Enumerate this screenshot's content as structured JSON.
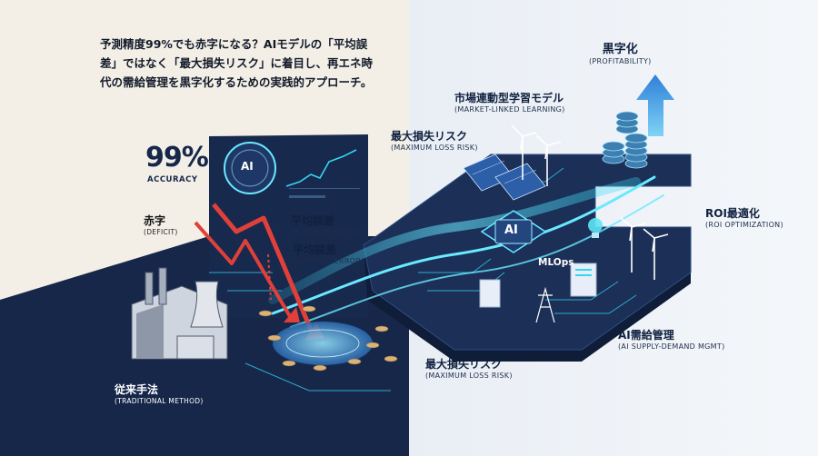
{
  "intro_text": "予測精度99%でも赤字になる？AIモデルの「平均誤差」ではなく「最大損失リスク」に着目し、再エネ時代の需給管理を黒字化するための実践的アプローチ。",
  "accuracy": {
    "value": "99%",
    "label": "ACCURACY"
  },
  "deficit": {
    "jp": "赤字",
    "en": "(DEFICIT)"
  },
  "traditional": {
    "jp": "従来手法",
    "en": "(TRADITIONAL METHOD)"
  },
  "ai_core_label": "AI",
  "ai_chip_label": "AI",
  "average_error_1": {
    "jp": "平均誤差",
    "en": "(AVERAGE ERROR)"
  },
  "average_error_2": {
    "jp": "平均誤差",
    "en": "(AVERAGE ERROR)"
  },
  "max_loss_top": {
    "jp": "最大損失リスク",
    "en": "(MAXIMUM LOSS RISK)"
  },
  "max_loss_bottom": {
    "jp": "最大損失リスク",
    "en": "(MAXIMUM LOSS RISK)"
  },
  "market_learning": {
    "jp": "市場連動型学習モデル",
    "en": "(MARKET-LINKED LEARNING)"
  },
  "profitability": {
    "jp": "黒字化",
    "en": "(PROFITABILITY)"
  },
  "roi": {
    "jp": "ROI最適化",
    "en": "(ROI OPTIMIZATION)"
  },
  "mlops": "MLOps",
  "ai_supply": {
    "jp": "AI需給管理",
    "en": "(AI SUPPLY-DEMAND MGMT)"
  },
  "colors": {
    "navy": "#16274a",
    "cream": "#f3efe6",
    "light_bg": "#eef2f7",
    "cyan": "#36d6f2",
    "red": "#e0403a",
    "blue_arrow": "#2f7fd8",
    "coin": "#d9b27a"
  }
}
